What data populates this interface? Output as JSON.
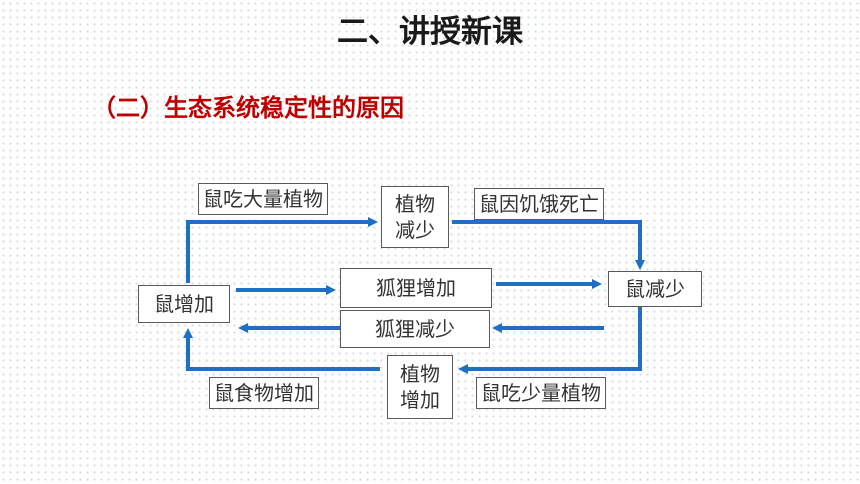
{
  "slide": {
    "title": "二、讲授新课",
    "subtitle": "（二）生态系统稳定性的原因"
  },
  "nodes": {
    "mouse_increase": "鼠增加",
    "fox_increase": "狐狸增加",
    "fox_decrease": "狐狸减少",
    "mouse_decrease": "鼠减少",
    "plants_decrease": [
      "植物",
      "减少"
    ],
    "plants_increase": [
      "植物",
      "增加"
    ]
  },
  "edge_labels": {
    "eat_many_plants": "鼠吃大量植物",
    "starve_die": "鼠因饥饿死亡",
    "eat_few_plants": "鼠吃少量植物",
    "food_increase": "鼠食物增加"
  },
  "colors": {
    "arrow": "#1f6fc5",
    "subtitle": "#c00000",
    "box_border": "#5a5a5a"
  }
}
